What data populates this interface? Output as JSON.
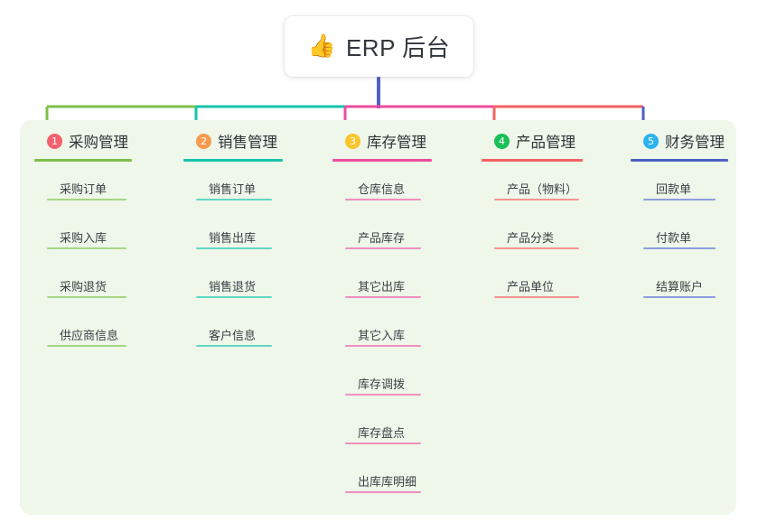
{
  "root": {
    "emoji": "👍",
    "emoji_name": "thumbs-up-icon",
    "title": "ERP 后台"
  },
  "palette": {
    "panel_bg": "#eef7e9",
    "page_bg": "#ffffff",
    "root_stem": "#5360c4",
    "text": "#32373d"
  },
  "branches": [
    {
      "number": "1",
      "title": "采购管理",
      "badge_color": "#f4606f",
      "line_color": "#7cc04a",
      "leaf_line_color": "#a6d683",
      "leaves": [
        "采购订单",
        "采购入库",
        "采购退货",
        "供应商信息"
      ]
    },
    {
      "number": "2",
      "title": "销售管理",
      "badge_color": "#f79a4e",
      "line_color": "#14c4ab",
      "leaf_line_color": "#62d7c6",
      "leaves": [
        "销售订单",
        "销售出库",
        "销售退货",
        "客户信息"
      ]
    },
    {
      "number": "3",
      "title": "库存管理",
      "badge_color": "#f8c52b",
      "line_color": "#ec4c9c",
      "leaf_line_color": "#f08ec1",
      "leaves": [
        "仓库信息",
        "产品库存",
        "其它出库",
        "其它入库",
        "库存调拨",
        "库存盘点",
        "出库库明细"
      ]
    },
    {
      "number": "4",
      "title": "产品管理",
      "badge_color": "#19bf57",
      "line_color": "#f4615f",
      "leaf_line_color": "#f69490",
      "leaves": [
        "产品（物料）",
        "产品分类",
        "产品单位"
      ]
    },
    {
      "number": "5",
      "title": "财务管理",
      "badge_color": "#2bb3ef",
      "line_color": "#4a62c6",
      "leaf_line_color": "#8b9ddd",
      "leaves": [
        "回款单",
        "付款单",
        "结算账户"
      ]
    }
  ]
}
